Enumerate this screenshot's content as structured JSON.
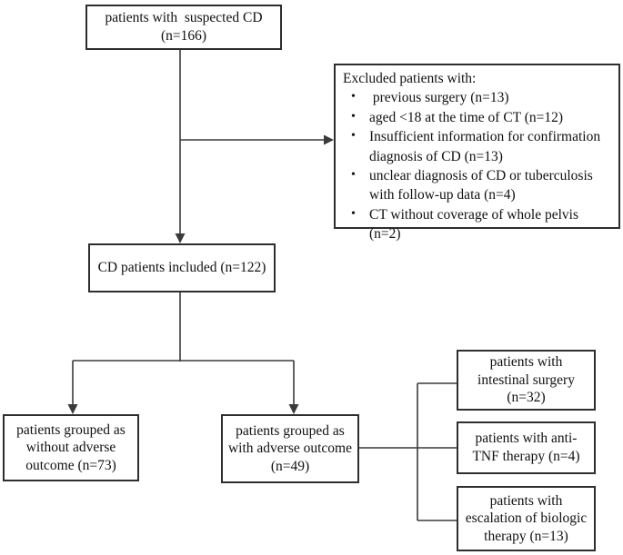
{
  "diagram": {
    "boxes": {
      "suspected": {
        "text": "patients with  suspected CD\n(n=166)"
      },
      "excluded": {
        "title": "Excluded patients with:",
        "bullet": "•",
        "items": [
          " previous surgery (n=13)",
          "aged <18 at the time of CT (n=12)",
          "Insufficient information for confirmation diagnosis of CD (n=13)",
          "unclear diagnosis of CD or tuberculosis with follow-up data (n=4)",
          "CT without coverage of whole pelvis (n=2)"
        ]
      },
      "included": {
        "text": "CD patients included (n=122)"
      },
      "without_adverse": {
        "text": "patients grouped as\nwithout adverse\noutcome (n=73)"
      },
      "with_adverse": {
        "text": "patients grouped as\nwith adverse outcome\n(n=49)"
      },
      "intestinal_surgery": {
        "text": "patients with\nintestinal surgery\n(n=32)"
      },
      "anti_tnf": {
        "text": "patients with anti-\nTNF therapy (n=4)"
      },
      "biologic_escalation": {
        "text": "patients with\nescalation of biologic\ntherapy (n=13)"
      }
    },
    "colors": {
      "line": "#3a3a3a",
      "box_border": "#2e2e2e",
      "text": "#111111",
      "background": "#ffffff"
    }
  }
}
